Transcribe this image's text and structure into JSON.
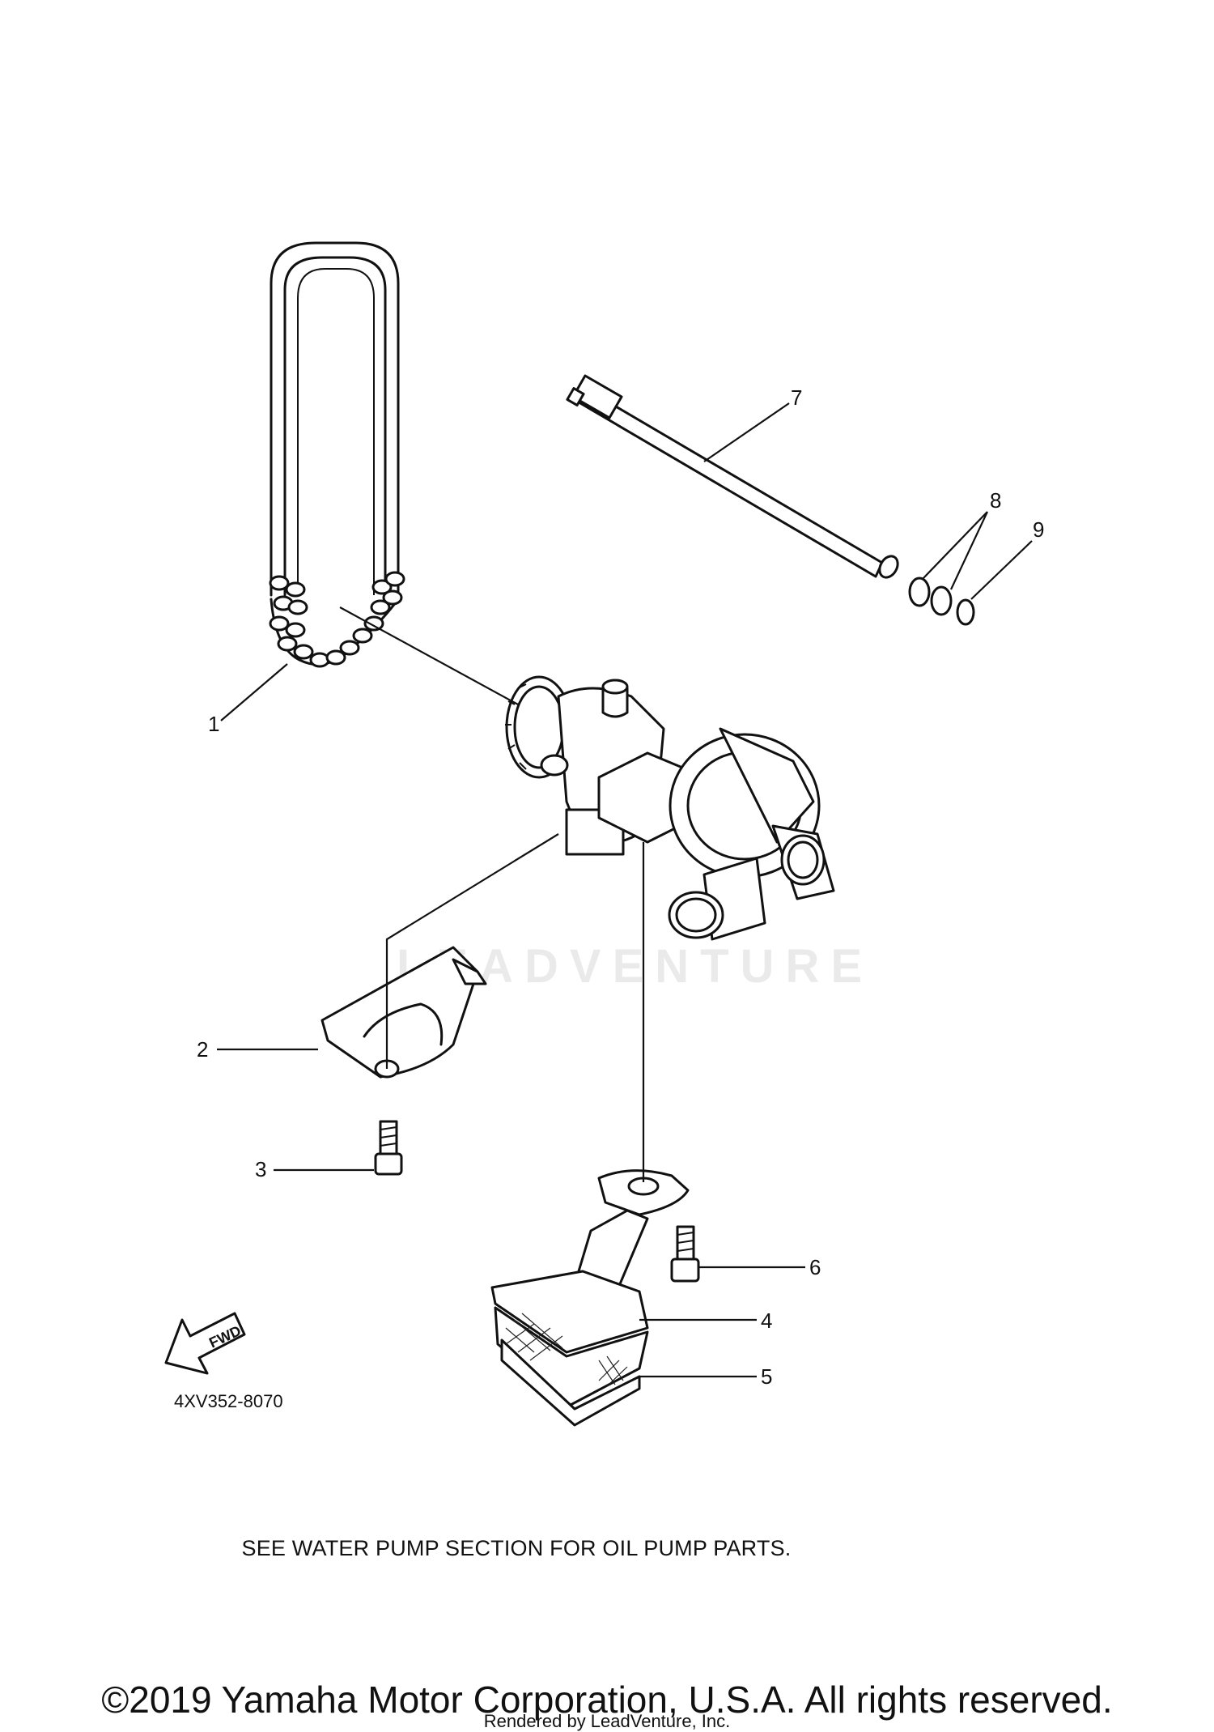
{
  "diagram": {
    "callouts": [
      {
        "id": "1",
        "label": "1"
      },
      {
        "id": "2",
        "label": "2"
      },
      {
        "id": "3",
        "label": "3"
      },
      {
        "id": "4",
        "label": "4"
      },
      {
        "id": "5",
        "label": "5"
      },
      {
        "id": "6",
        "label": "6"
      },
      {
        "id": "7",
        "label": "7"
      },
      {
        "id": "8",
        "label": "8"
      },
      {
        "id": "9",
        "label": "9"
      }
    ],
    "fwd_label": "FWD",
    "diagram_code": "4XV352-8070",
    "watermark": "LEADVENTURE"
  },
  "footer": {
    "note": "SEE WATER PUMP SECTION FOR OIL PUMP PARTS.",
    "copyright": "©2019 Yamaha Motor Corporation, U.S.A. All rights reserved.",
    "rendered_by": "Rendered by LeadVenture, Inc."
  }
}
